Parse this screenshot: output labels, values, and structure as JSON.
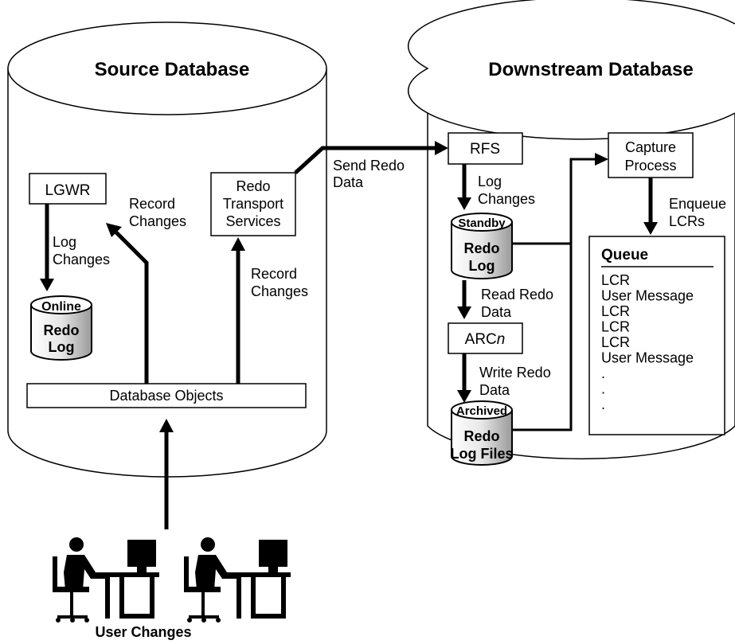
{
  "source_db": {
    "title": "Source Database",
    "lgwr": "LGWR",
    "redo_transport_line1": "Redo",
    "redo_transport_line2": "Transport",
    "redo_transport_line3": "Services",
    "record_changes_left_line1": "Record",
    "record_changes_left_line2": "Changes",
    "record_changes_right_line1": "Record",
    "record_changes_right_line2": "Changes",
    "log_changes_line1": "Log",
    "log_changes_line2": "Changes",
    "online_redo_top": "Online",
    "online_redo_line1": "Redo",
    "online_redo_line2": "Log",
    "database_objects": "Database Objects"
  },
  "send_redo_line1": "Send Redo",
  "send_redo_line2": "Data",
  "downstream_db": {
    "title": "Downstream Database",
    "rfs": "RFS",
    "log_changes_line1": "Log",
    "log_changes_line2": "Changes",
    "standby_top": "Standby",
    "standby_line1": "Redo",
    "standby_line2": "Log",
    "read_redo_line1": "Read Redo",
    "read_redo_line2": "Data",
    "arcn_prefix": "ARC",
    "arcn_suffix": "n",
    "write_redo_line1": "Write Redo",
    "write_redo_line2": "Data",
    "archived_top": "Archived",
    "archived_line1": "Redo",
    "archived_line2": "Log Files",
    "capture_line1": "Capture",
    "capture_line2": "Process",
    "enqueue_line1": "Enqueue",
    "enqueue_line2": "LCRs",
    "queue": {
      "title": "Queue",
      "items": [
        "LCR",
        "User Message",
        "LCR",
        "LCR",
        "LCR",
        "User Message",
        ".",
        ".",
        "."
      ]
    }
  },
  "user_changes": "User Changes",
  "colors": {
    "stroke": "#000000",
    "drum_light": "#ffffff",
    "drum_dark": "#9a9a9a"
  }
}
